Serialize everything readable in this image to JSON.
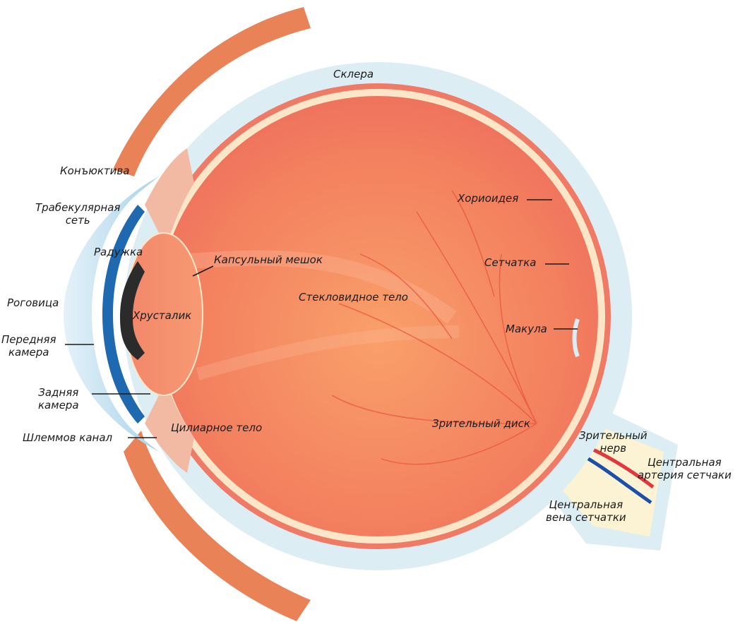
{
  "labels": {
    "sclera": "Склера",
    "conjunctiva": "Конъюктива",
    "trabecular_meshwork": "Трабекулярная\nсеть",
    "iris": "Радужка",
    "cornea": "Роговица",
    "anterior_chamber": "Передняя\nкамера",
    "posterior_chamber": "Задняя\nкамера",
    "schlemm_canal": "Шлеммов канал",
    "capsular_bag": "Капсульный мешок",
    "lens": "Хрусталик",
    "vitreous_body": "Стекловидное тело",
    "ciliary_body": "Цилиарное тело",
    "choroid": "Хориоидея",
    "retina": "Сетчатка",
    "macula": "Макула",
    "optic_disc": "Зрительный диск",
    "optic_nerve": "Зрительный\nнерв",
    "central_artery": "Центральная\nартерия сетчаки",
    "central_vein": "Центральная\nвена сетчатки"
  },
  "colors": {
    "sclera": "#dcedf3",
    "choroid": "#ef7a66",
    "retina_band": "#fbe7c8",
    "vitreous": "#f37a60",
    "muscle": "#e98257",
    "cornea": "#bfe0ef",
    "iris": "#1f69b0",
    "pupil": "#2b2b2b",
    "optic_nerve": "#fbf3d3",
    "artery": "#e2373c",
    "vein": "#1b4fa8"
  }
}
